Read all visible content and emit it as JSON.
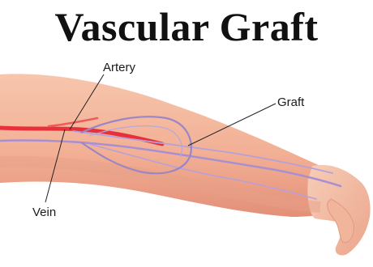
{
  "title": "Vascular Graft",
  "labels": {
    "artery": "Artery",
    "graft": "Graft",
    "vein": "Vein"
  },
  "colors": {
    "skin": "#f3b49a",
    "skin_shadow": "#e5917a",
    "artery": "#e8303a",
    "vein": "#a98fd0",
    "graft": "#9b86c4"
  }
}
